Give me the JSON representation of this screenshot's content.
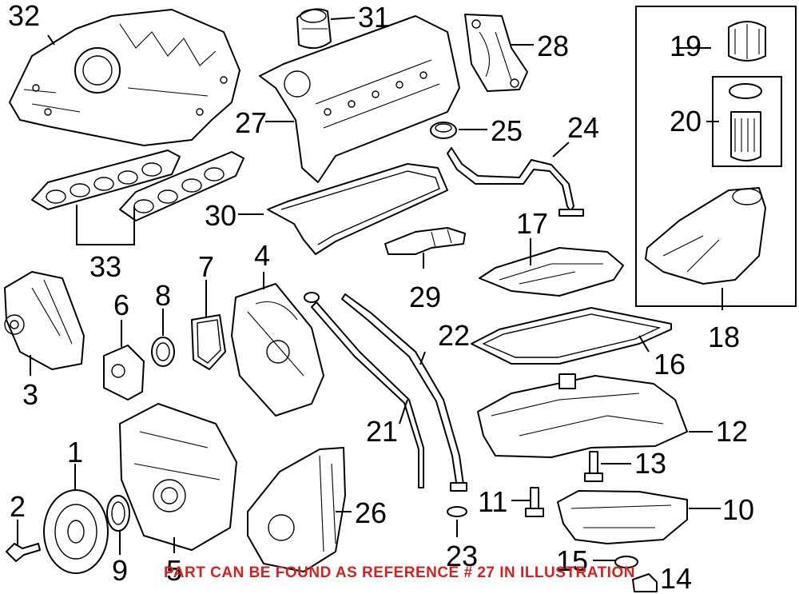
{
  "callouts": {
    "c1": "1",
    "c2": "2",
    "c3": "3",
    "c4": "4",
    "c5": "5",
    "c6": "6",
    "c7": "7",
    "c8": "8",
    "c9": "9",
    "c10": "10",
    "c11": "11",
    "c12": "12",
    "c13": "13",
    "c14": "14",
    "c15": "15",
    "c16": "16",
    "c17": "17",
    "c18": "18",
    "c19": "19",
    "c20": "20",
    "c21": "21",
    "c22": "22",
    "c23": "23",
    "c24": "24",
    "c25": "25",
    "c26": "26",
    "c27": "27",
    "c28": "28",
    "c29": "29",
    "c30": "30",
    "c31": "31",
    "c32": "32",
    "c33": "33"
  },
  "footer_note": "PART CAN BE FOUND AS REFERENCE # 27 IN ILLUSTRATION",
  "colors": {
    "line": "#000000",
    "background": "#ffffff",
    "note": "#d81f1f"
  }
}
